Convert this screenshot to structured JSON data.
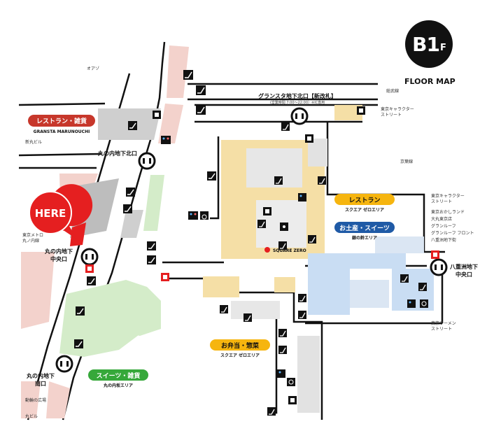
{
  "floor": {
    "level": "B1",
    "suffix": "F",
    "title": "FLOOR MAP"
  },
  "here": "HERE",
  "zones": {
    "restaurant_west": {
      "label": "レストラン・雑貨",
      "sub": "GRANSTA MARUNOUCHI"
    },
    "restaurant_east": {
      "label": "レストラン",
      "sub": "スクエア ゼロエリア"
    },
    "souvenir": {
      "label": "お土産・スイーツ",
      "sub": "銀の鈴エリア"
    },
    "bento": {
      "label": "お弁当・惣菜",
      "sub": "スクエア ゼロエリア"
    },
    "sweets": {
      "label": "スイーツ・雑貨",
      "sub": "丸の内坂エリア"
    }
  },
  "gates": {
    "north": "グランスタ地下北口【新改札】",
    "north_hours": "(営業時間 7:00～22:00）※IC専用",
    "marunouchi_north": "丸の内地下北口",
    "marunouchi_central_1": "丸の内地下",
    "marunouchi_central_2": "中央口",
    "marunouchi_south_1": "丸の内地下",
    "marunouchi_south_2": "南口",
    "yaesu_1": "八重洲地下",
    "yaesu_2": "中央口"
  },
  "directions": {
    "oazo": "オアゾ",
    "shin_maru": "新丸ビル",
    "metro": "東京メトロ",
    "metro2": "丸ノ内線",
    "chika": "動輪の広場",
    "maru_bldg": "丸ビル",
    "kokusai": "総武線",
    "char_street_1": "東京キャラクター",
    "char_street_2": "ストリート",
    "okashi": "東京おかしランド",
    "daimaru": "大丸東京店",
    "granroof": "グランルーフ",
    "granroof_front": "グランルーフ フロント",
    "yaesu_parking": "八重洲地下街",
    "ramen_1": "東京ラーメン",
    "ramen_2": "ストリート",
    "sobu": "総武線",
    "tokyo_char_top_1": "東京キャラクター",
    "tokyo_char_top_2": "ストリート",
    "keiyo": "京葉線"
  },
  "store": {
    "square_zero": "SQUARE ZERO"
  },
  "colors": {
    "restaurant": "#f5dfa6",
    "souvenir": "#c9ddf3",
    "sweets": "#d4ecc9",
    "west_pink": "#f3d2cc",
    "corridor": "#e2e2e2",
    "here_red": "#e51f20",
    "gray_block": "#bdbdbd",
    "pill_yellow": "#f6b50f",
    "pill_red": "#c7372b",
    "pill_blue": "#1f5aa6",
    "pill_green": "#36a83a"
  }
}
